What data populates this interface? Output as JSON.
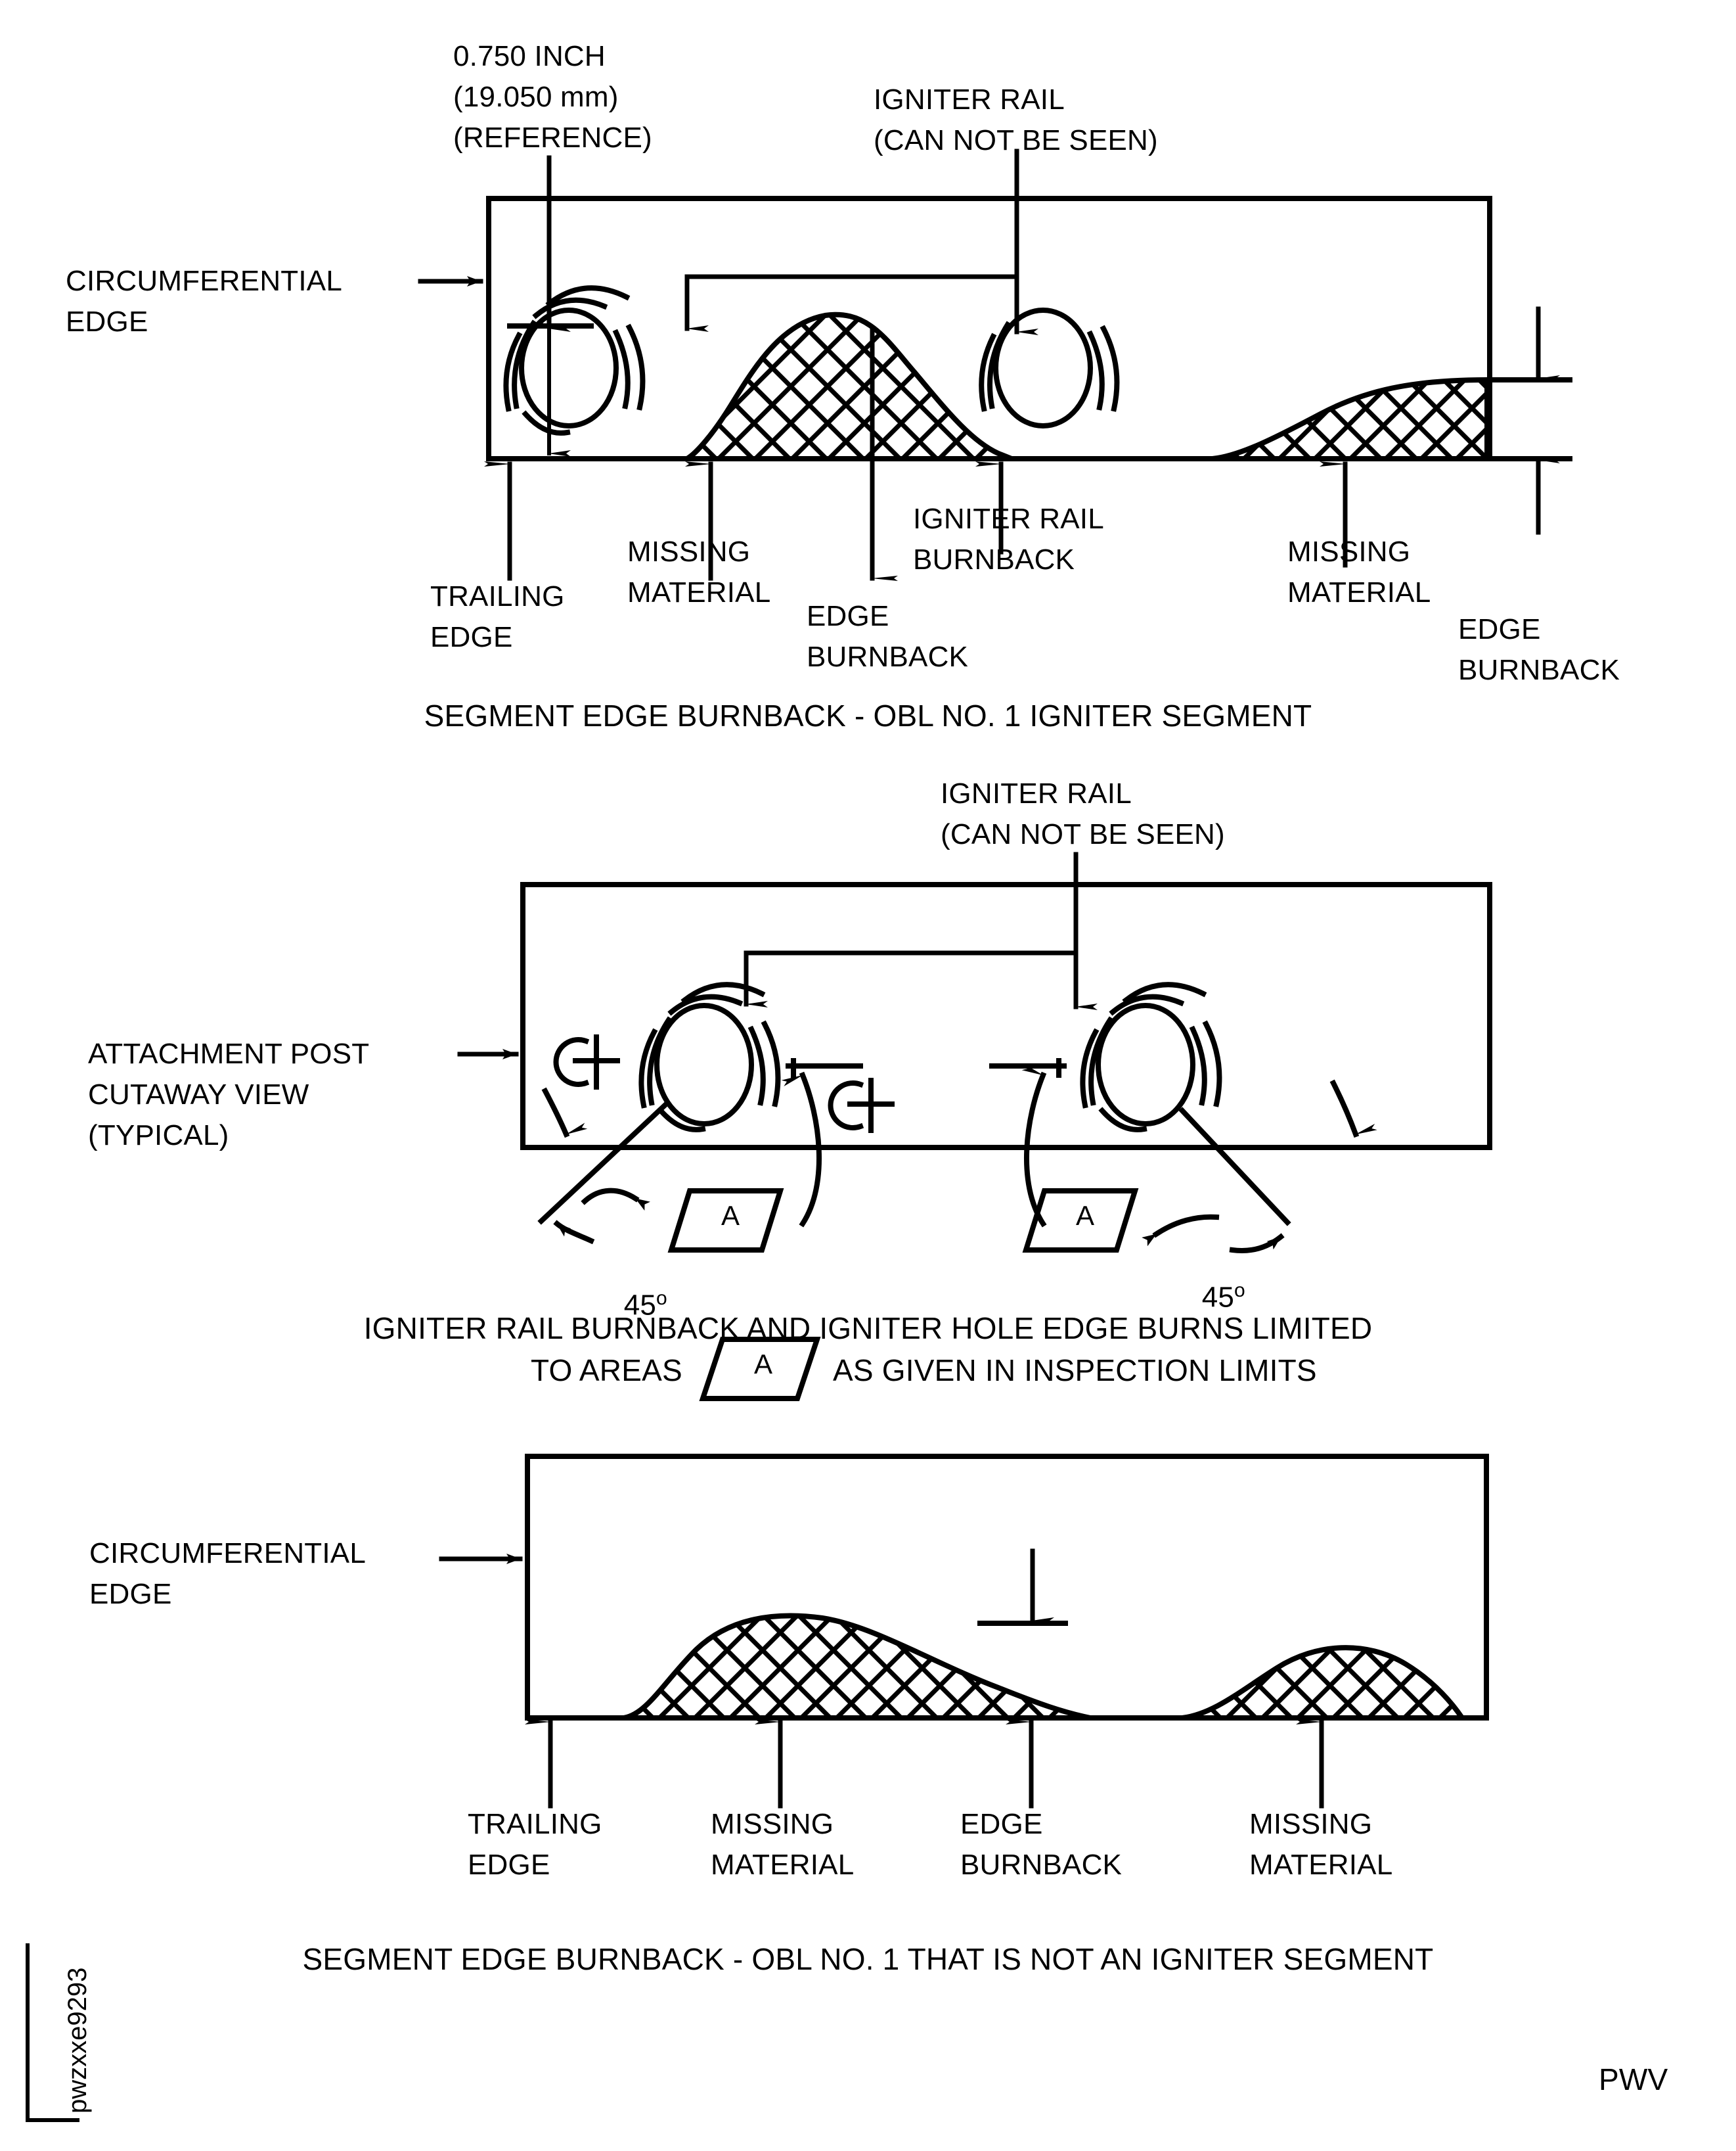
{
  "document": {
    "drawing_id": "pwzxxe9293",
    "corner_code": "PWV"
  },
  "figure1": {
    "caption": "SEGMENT EDGE BURNBACK - OBL NO. 1 IGNITER SEGMENT",
    "dimension_note": [
      "0.750 INCH",
      "(19.050 mm)",
      "(REFERENCE)"
    ],
    "igniter_rail_note": [
      "IGNITER RAIL",
      "(CAN NOT BE SEEN)"
    ],
    "labels": {
      "circumferential_edge": [
        "CIRCUMFERENTIAL",
        "EDGE"
      ],
      "trailing_edge": [
        "TRAILING",
        "EDGE"
      ],
      "missing_material_left": [
        "MISSING",
        "MATERIAL"
      ],
      "edge_burnback_center": [
        "EDGE",
        "BURNBACK"
      ],
      "igniter_rail_burnback": [
        "IGNITER RAIL",
        "BURNBACK"
      ],
      "missing_material_right": [
        "MISSING",
        "MATERIAL"
      ],
      "edge_burnback_right": [
        "EDGE",
        "BURNBACK"
      ]
    }
  },
  "figure2": {
    "igniter_rail_note": [
      "IGNITER RAIL",
      "(CAN NOT BE SEEN)"
    ],
    "attachment_post_note": [
      "ATTACHMENT POST",
      "CUTAWAY VIEW",
      "(TYPICAL)"
    ],
    "angle_left": "45",
    "angle_right": "45",
    "degree_symbol": "o",
    "flag_letter_left": "A",
    "flag_letter_right": "A",
    "caption_line1": "IGNITER RAIL BURNBACK AND IGNITER HOLE EDGE BURNS LIMITED",
    "caption_line2_pre": "TO AREAS",
    "caption_flag_letter": "A",
    "caption_line2_post": "AS GIVEN IN INSPECTION LIMITS"
  },
  "figure3": {
    "caption": "SEGMENT EDGE BURNBACK - OBL NO. 1 THAT IS NOT AN IGNITER SEGMENT",
    "labels": {
      "circumferential_edge": [
        "CIRCUMFERENTIAL",
        "EDGE"
      ],
      "trailing_edge": [
        "TRAILING",
        "EDGE"
      ],
      "missing_material_left": [
        "MISSING",
        "MATERIAL"
      ],
      "edge_burnback": [
        "EDGE",
        "BURNBACK"
      ],
      "missing_material_right": [
        "MISSING",
        "MATERIAL"
      ]
    }
  },
  "style": {
    "ink": "#000000",
    "paper": "#ffffff"
  }
}
